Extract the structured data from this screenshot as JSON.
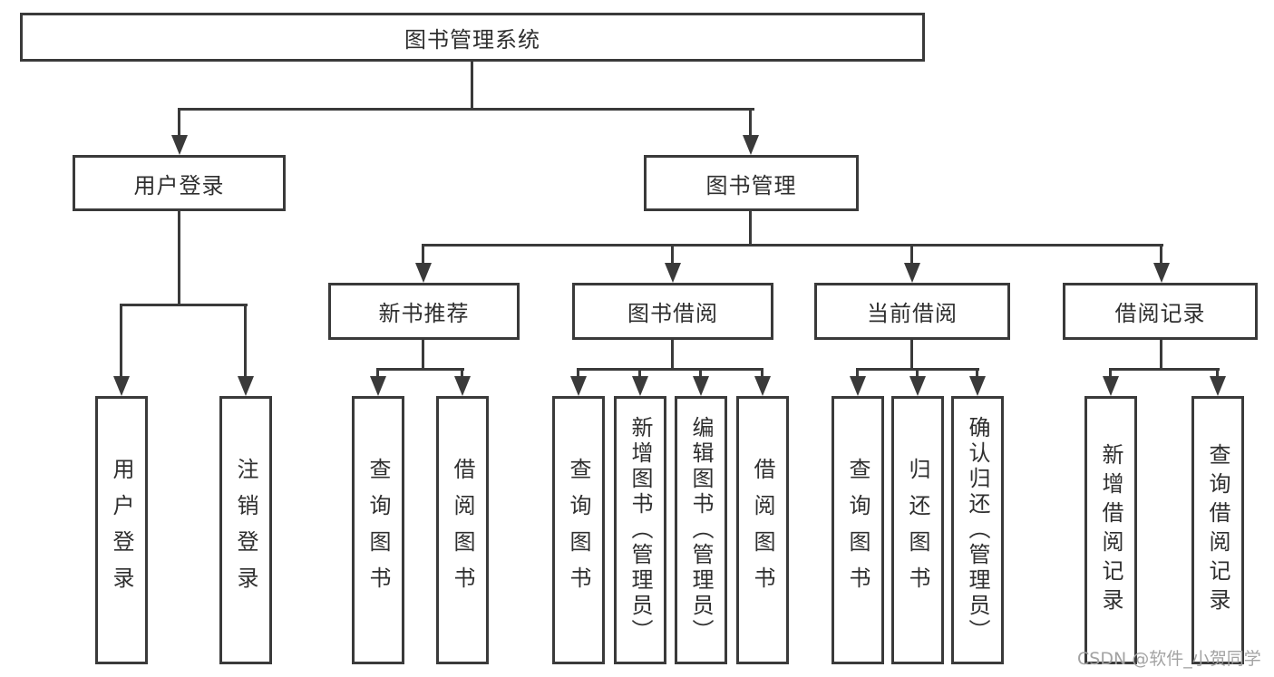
{
  "colors": {
    "line": "#3a3a3a",
    "text": "#2f2f2f",
    "background": "#ffffff",
    "watermark": "#a3a3a3"
  },
  "watermark": "CSDN @软件_小贺同学",
  "tree": {
    "label": "图书管理系统",
    "children": [
      {
        "label": "用户登录",
        "children": [
          {
            "label": "用户登录"
          },
          {
            "label": "注销登录"
          }
        ]
      },
      {
        "label": "图书管理",
        "children": [
          {
            "label": "新书推荐",
            "children": [
              {
                "label": "查询图书"
              },
              {
                "label": "借阅图书"
              }
            ]
          },
          {
            "label": "图书借阅",
            "children": [
              {
                "label": "查询图书"
              },
              {
                "label": "新增图书（管理员）"
              },
              {
                "label": "编辑图书（管理员）"
              },
              {
                "label": "借阅图书"
              }
            ]
          },
          {
            "label": "当前借阅",
            "children": [
              {
                "label": "查询图书"
              },
              {
                "label": "归还图书"
              },
              {
                "label": "确认归还（管理员）"
              }
            ]
          },
          {
            "label": "借阅记录",
            "children": [
              {
                "label": "新增借阅记录"
              },
              {
                "label": "查询借阅记录"
              }
            ]
          }
        ]
      }
    ]
  }
}
